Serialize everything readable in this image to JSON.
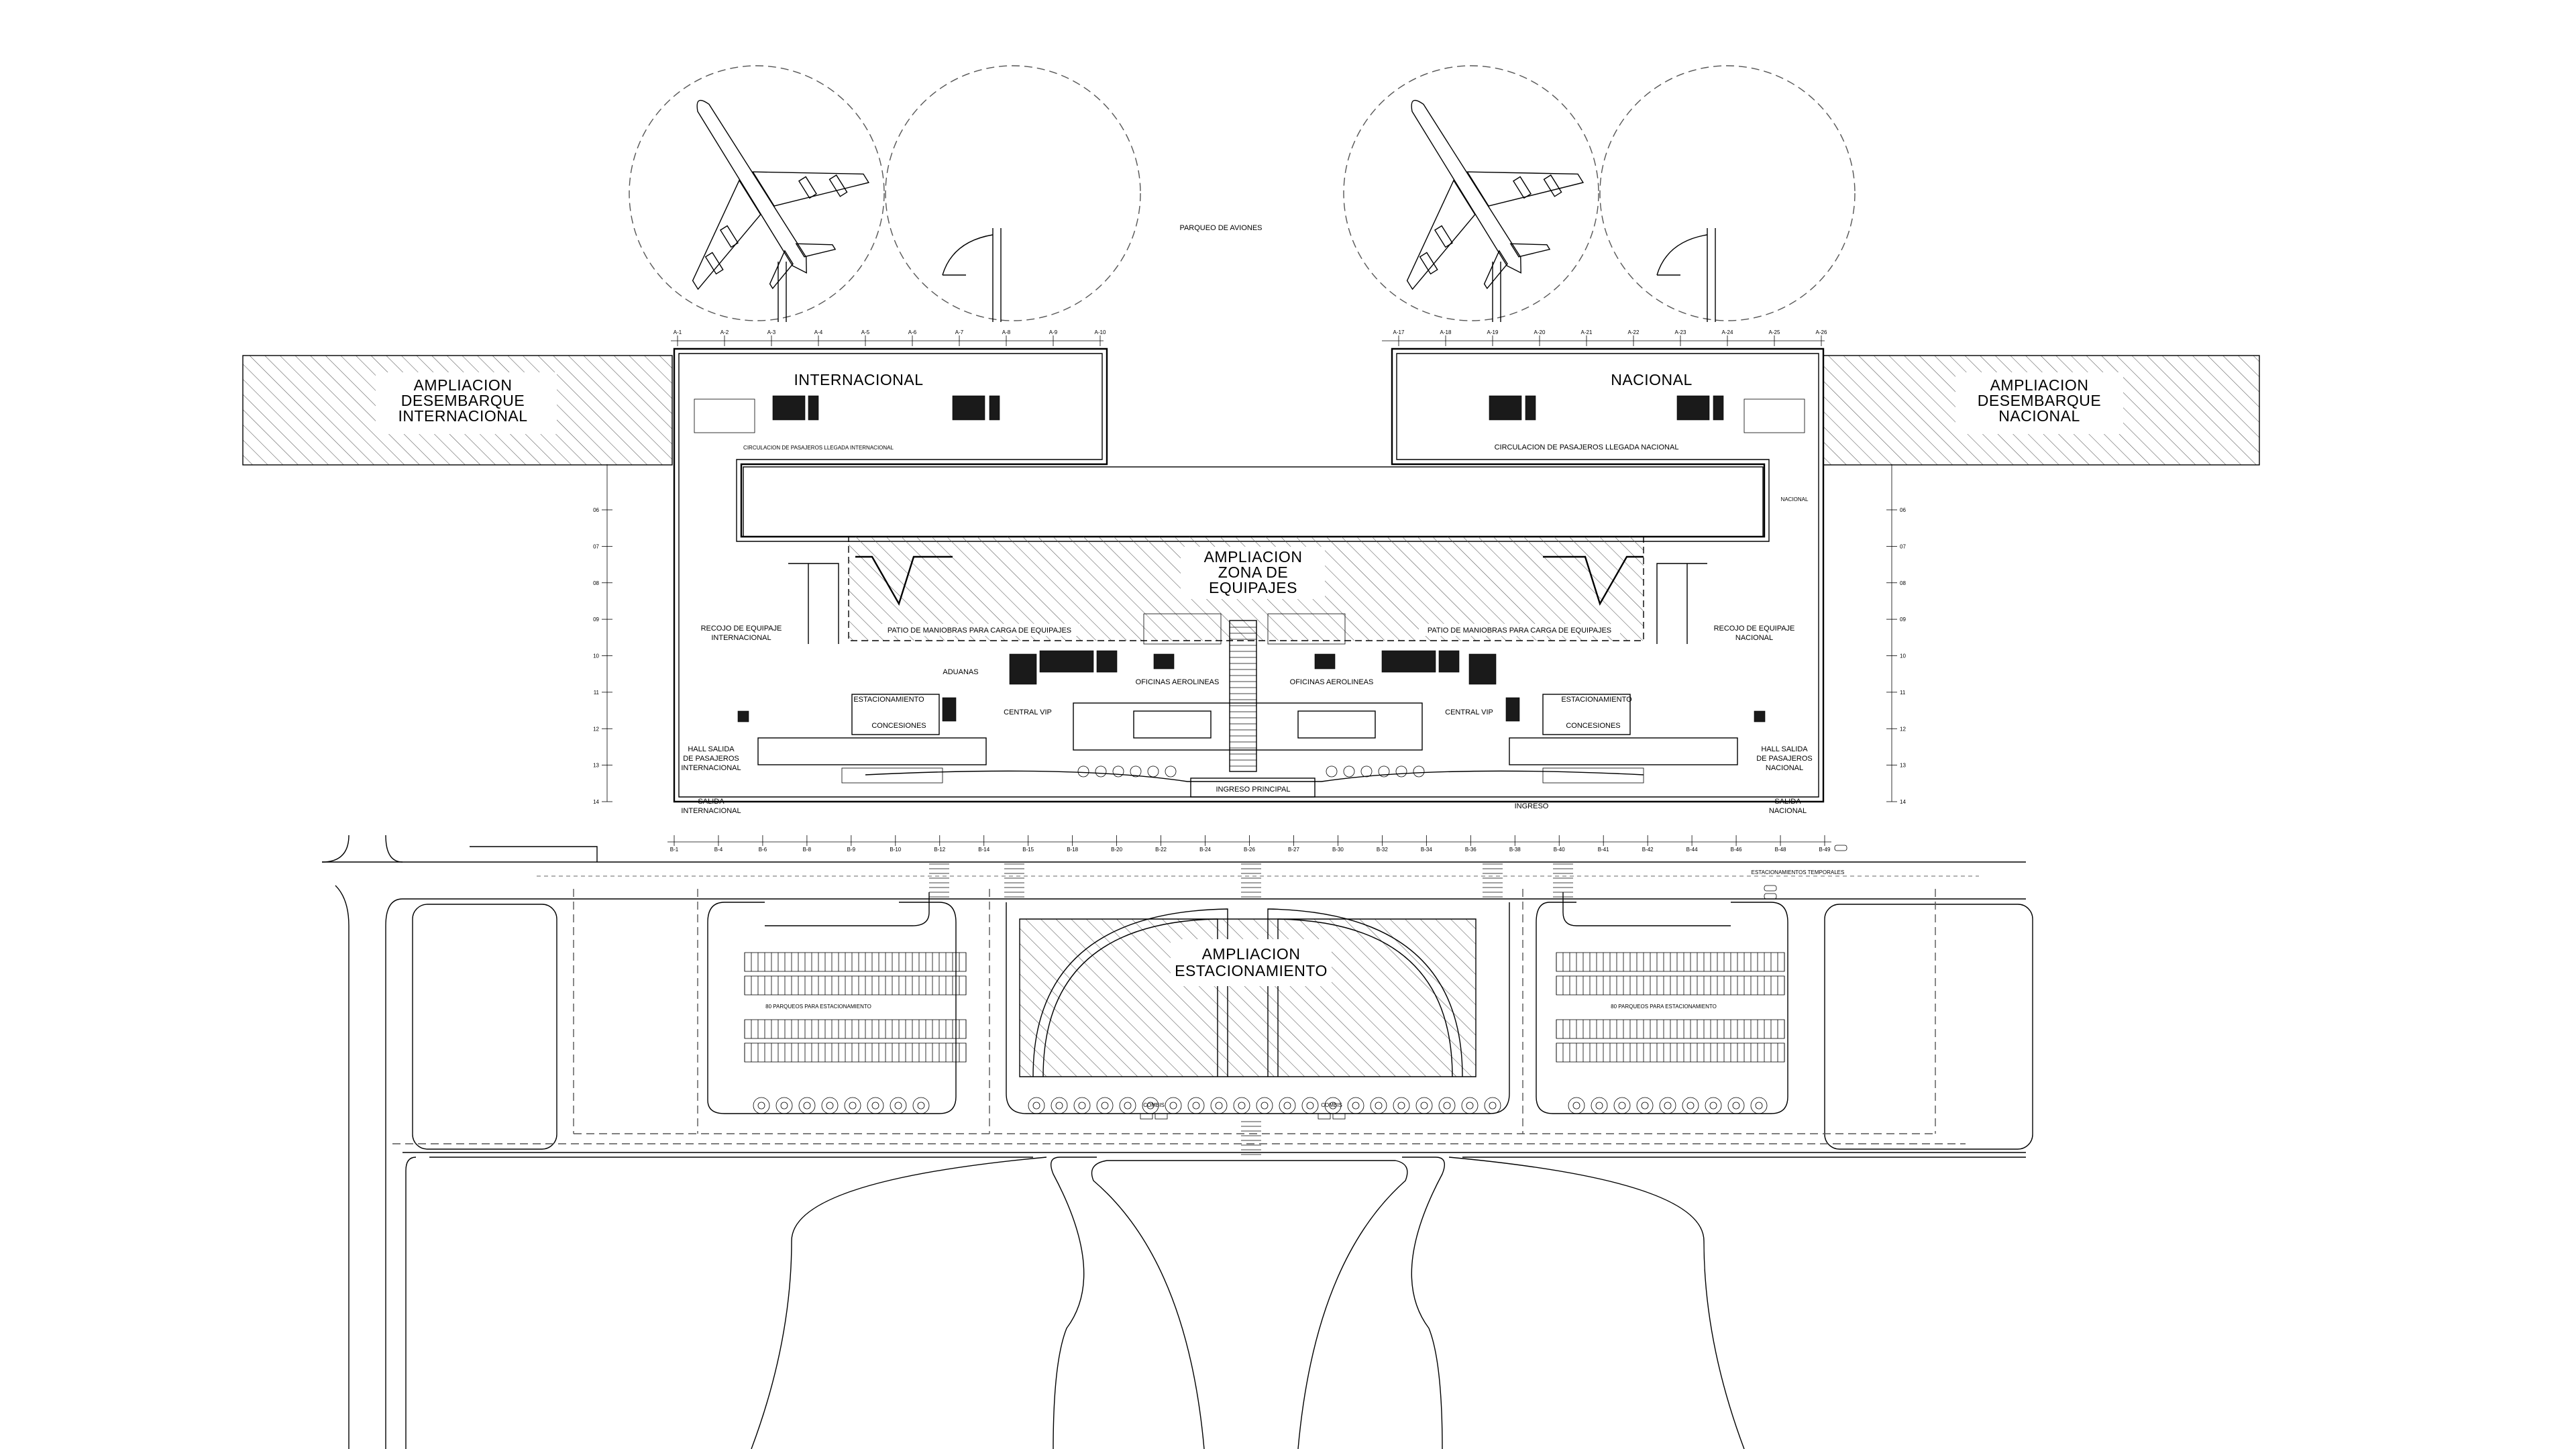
{
  "labels": {
    "parqueo_aviones": "PARQUEO DE AVIONES",
    "internacional": "INTERNACIONAL",
    "nacional": "NACIONAL",
    "ampl_desembarque_int": [
      "AMPLIACION",
      "DESEMBARQUE",
      "INTERNACIONAL"
    ],
    "ampl_desembarque_nac": [
      "AMPLIACION",
      "DESEMBARQUE",
      "NACIONAL"
    ],
    "ampl_equipajes": [
      "AMPLIACION",
      "ZONA DE",
      "EQUIPAJES"
    ],
    "circ_llegada_int": "CIRCULACION DE PASAJEROS LLEGADA INTERNACIONAL",
    "circ_llegada_nac": "CIRCULACION DE PASAJEROS LLEGADA NACIONAL",
    "nacional_side": "NACIONAL",
    "patio_left": "PATIO DE MANIOBRAS PARA CARGA DE EQUIPAJES",
    "patio_right": "PATIO DE MANIOBRAS PARA CARGA DE EQUIPAJES",
    "recojo_int": [
      "RECOJO DE EQUIPAJE",
      "INTERNACIONAL"
    ],
    "recojo_nac": [
      "RECOJO DE EQUIPAJE",
      "NACIONAL"
    ],
    "oficinas_left": "OFICINAS AEROLINEAS",
    "oficinas_right": "OFICINAS AEROLINEAS",
    "estacionamiento_left": "ESTACIONAMIENTO",
    "estacionamiento_right": "ESTACIONAMIENTO",
    "concesiones_left": "CONCESIONES",
    "concesiones_right": "CONCESIONES",
    "aduanas": "ADUANAS",
    "central_vip_left": "CENTRAL VIP",
    "central_vip_right": "CENTRAL VIP",
    "hall_int": [
      "HALL SALIDA",
      "DE PASAJEROS",
      "INTERNACIONAL"
    ],
    "hall_nac": [
      "HALL SALIDA",
      "DE PASAJEROS",
      "NACIONAL"
    ],
    "salida_int": [
      "SALIDA",
      "INTERNACIONAL"
    ],
    "salida_nac": [
      "SALIDA",
      "NACIONAL"
    ],
    "ingreso_principal": "INGRESO PRINCIPAL",
    "ingreso": "INGRESO",
    "estac_temporales": "ESTACIONAMIENTOS TEMPORALES",
    "ampl_estacionamiento": [
      "AMPLIACION",
      "ESTACIONAMIENTO"
    ],
    "parques_left": "80 PARQUEOS PARA ESTACIONAMIENTO",
    "parques_right": "80 PARQUEOS PARA ESTACIONAMIENTO",
    "combis_left": "COMBIS",
    "combis_right": "COMBIS"
  },
  "grid_top_int": [
    "A-1",
    "A-2",
    "A-3",
    "A-4",
    "A-5",
    "A-6",
    "A-7",
    "A-8",
    "A-9",
    "A-10"
  ],
  "grid_top_nac": [
    "A-17",
    "A-18",
    "A-19",
    "A-20",
    "A-21",
    "A-22",
    "A-23",
    "A-24",
    "A-25",
    "A-26"
  ],
  "grid_bottom": [
    "B-1",
    "B-4",
    "B-6",
    "B-8",
    "B-9",
    "B-10",
    "B-12",
    "B-14",
    "B-15",
    "B-18",
    "B-20",
    "B-22",
    "B-24",
    "B-26",
    "B-27",
    "B-30",
    "B-32",
    "B-34",
    "B-36",
    "B-38",
    "B-40",
    "B-41",
    "B-42",
    "B-44",
    "B-46",
    "B-48",
    "B-49"
  ],
  "grid_side": [
    "06",
    "07",
    "08",
    "09",
    "10",
    "11",
    "12",
    "13",
    "14"
  ],
  "colors": {
    "line": "#000000",
    "dash": "#555555",
    "fill_dark": "#1a1a1a"
  }
}
